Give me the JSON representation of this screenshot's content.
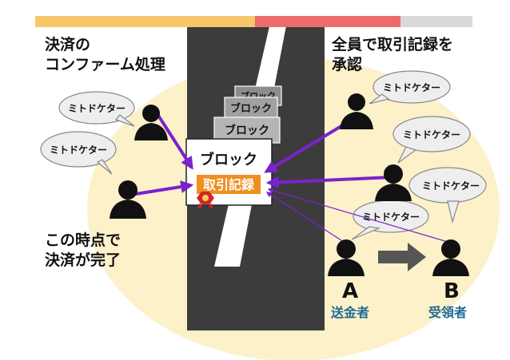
{
  "colors": {
    "bar_left": "#f6c86a",
    "bar_middle": "#ef6b6b",
    "bar_right": "#d9d9d9",
    "background_circle": "#fdf1c9",
    "network_band": "#3c3c3c",
    "arrow_purple": "#7a22cc",
    "record_orange": "#ef8f22",
    "transfer_arrow": "#555555"
  },
  "headings": {
    "top_left": [
      "決済の",
      "コンファーム処理"
    ],
    "top_right": [
      "全員で取引記録を",
      "承認"
    ],
    "bottom_left": [
      "この時点で",
      "決済が完了"
    ]
  },
  "miner_label": "ミトドケター",
  "miners": [
    "ミトドケター",
    "ミトドケター",
    "ミトドケター",
    "ミトドケター",
    "ミトドケター",
    "ミトドケター"
  ],
  "blocks": [
    "ブロック",
    "ブロック",
    "ブロック"
  ],
  "new_block": {
    "label": "ブロック",
    "record": "取引記録"
  },
  "parties": {
    "a": {
      "letter": "A",
      "role": "送金者"
    },
    "b": {
      "letter": "B",
      "role": "受領者"
    }
  },
  "icons": [
    "person-icon",
    "speech-bubble-icon",
    "arrow-right-icon",
    "ribbon-seal-icon"
  ]
}
